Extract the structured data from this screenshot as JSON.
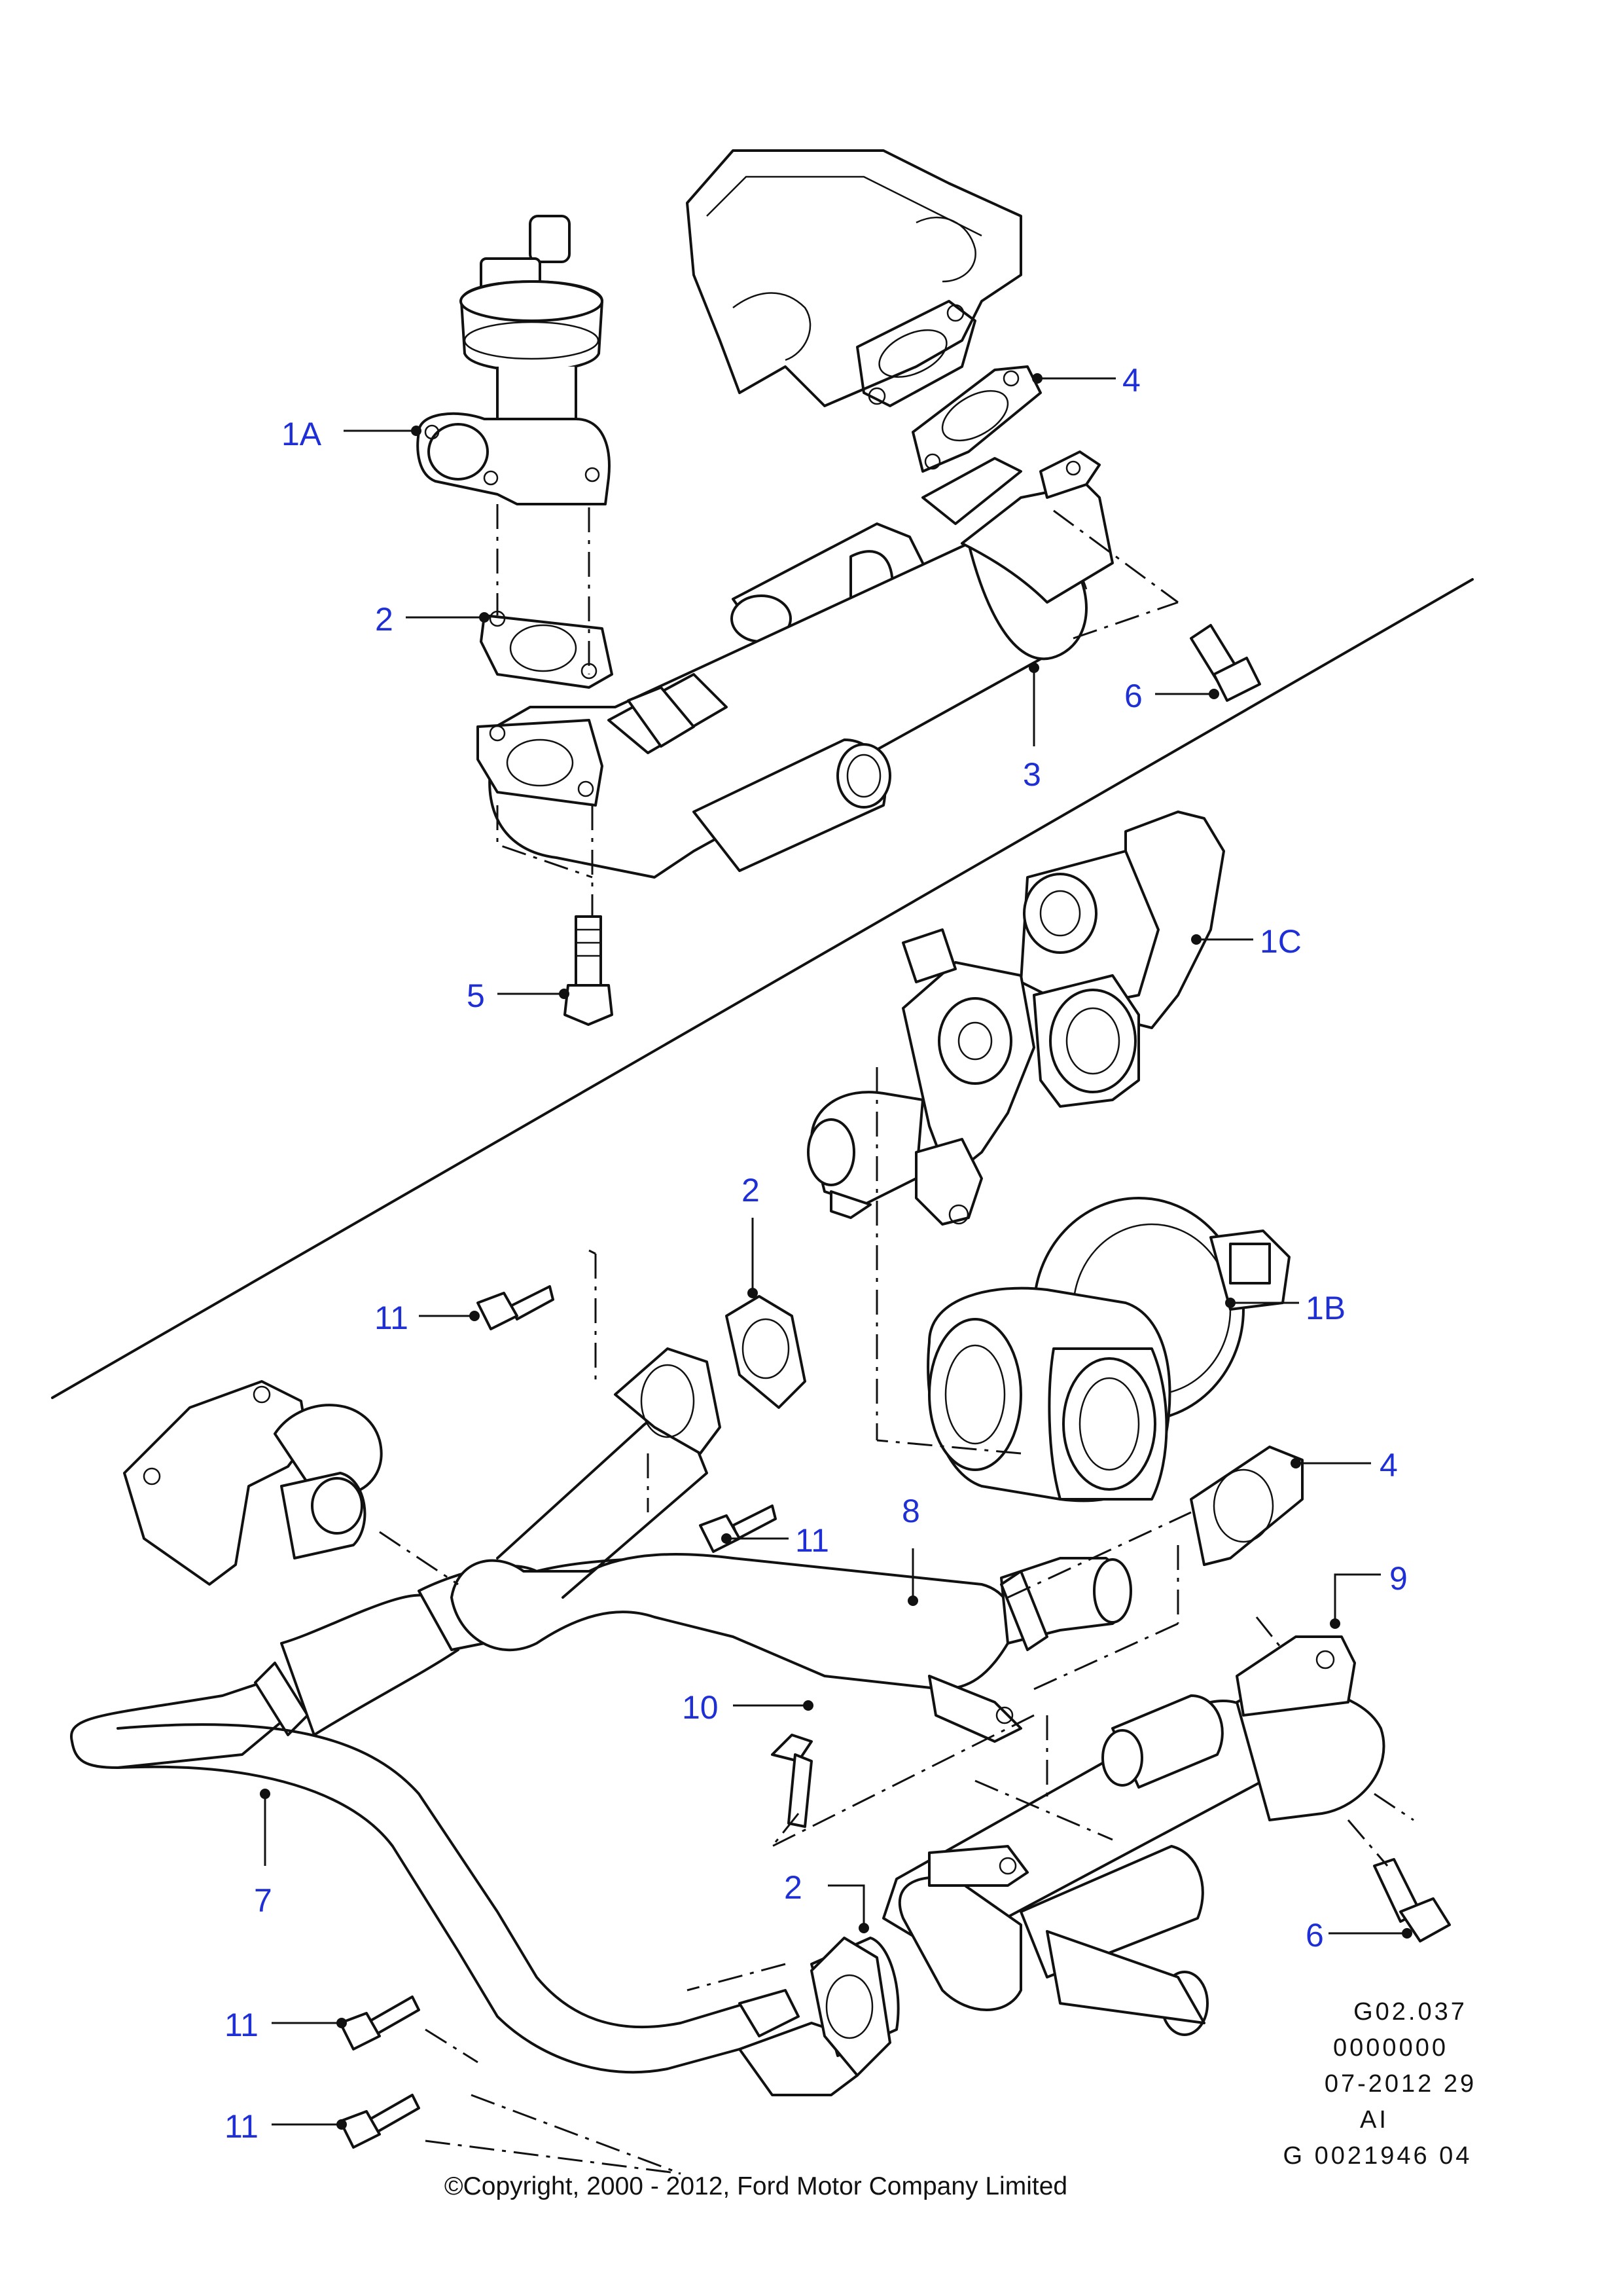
{
  "callouts": {
    "c1A": "1A",
    "c2a": "2",
    "c4a": "4",
    "c3": "3",
    "c6a": "6",
    "c5": "5",
    "c1C": "1C",
    "c2b": "2",
    "c11a": "11",
    "c1B": "1B",
    "c4b": "4",
    "c11b": "11",
    "c8": "8",
    "c9": "9",
    "c10": "10",
    "c7": "7",
    "c2c": "2",
    "c6b": "6",
    "c11c": "11",
    "c11d": "11"
  },
  "reference": {
    "line1": "G02.037",
    "line2": "0000000",
    "line3": "07-2012 29",
    "line4": "AI",
    "line5": "G 0021946 04"
  },
  "copyright": "©Copyright, 2000 - 2012, Ford Motor Company Limited",
  "colors": {
    "callout": "#1f2fd6",
    "line": "#111111"
  }
}
